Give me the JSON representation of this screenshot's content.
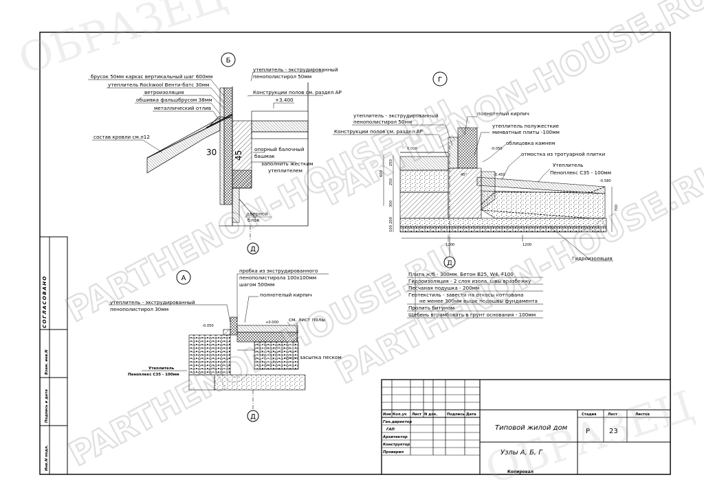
{
  "watermarks": {
    "stamp_top": "ОБРАЗЕЦ",
    "stamp_bottom": "ОБРАЗЕЦ",
    "site_1": "PARTHENON-HOUSE.RU",
    "site_2": "PARTHENON-HOUSE.RU",
    "site_3": "PARTHENON-HOUSE.RU",
    "site_4": "PARTHENON-HOUSE.RU"
  },
  "nodes": {
    "b": "Б",
    "g": "Г",
    "a": "А",
    "d1": "Д",
    "d2": "Д",
    "d3": "Д"
  },
  "detail_b": {
    "l1": "брусок 50мм каркас вертикальный шаг 600мм",
    "l2": "утеплитель Rockwool Венти-батс 30мм",
    "l3": "ветроизоляция",
    "l4": "обшивка фальшбрусом 38мм",
    "l5": "металлический отлив",
    "l6": "состав кровли см.л12",
    "r1a": "утеплитель - экструдированный",
    "r1b": "пенополистирол 50мм",
    "r2": "Конструкции полов см. раздел АР",
    "r3a": "опорный балочный",
    "r3b": "башмак",
    "r4a": "заполнить жестким",
    "r4b": "утеплителем",
    "r5a": "дверной",
    "r5b": "блок",
    "lvl": "+3.400",
    "d30": "30",
    "d45": "45"
  },
  "detail_g": {
    "l1a": "утеплитель - экструдированный",
    "l1b": "пенополистирол 50мм",
    "l2": "Конструкции полов см. раздел АР",
    "l3": "полнотелый кирпич",
    "l4a": "утеплитель полужесткие",
    "l4b": "минватные плиты -100мм",
    "l5": "облицовка камнем",
    "l6": "отмостка из тротуарной плитки",
    "l7": "Утеплитель",
    "l8": "Пеноплекс С35 - 100мм",
    "l9": "Гидроизоляция",
    "lvl0": "0.000",
    "lvl1": "-0.050",
    "lvl2": "-0.450",
    "lvl3": "-0.580",
    "d250a": "250",
    "d250b": "250",
    "d600": "600",
    "d300": "300",
    "d200": "200",
    "d100": "100",
    "d700": "700",
    "d1200a": "1200",
    "d1200b": "1200",
    "ang": "45°",
    "notes": [
      "Плита ж/б - 300мм. Бетон В25, W4, F100",
      "Гидроизоляция - 2 слоя изола, швы вразбежку",
      "Песчаная подушка - 200мм",
      "Геотекстиль - завести на откосы котлована",
      "не менее 300мм выше подошвы фундамента",
      "Пролить битумом",
      "Щебень втрамбовать в грунт основания - 100мм"
    ]
  },
  "detail_a": {
    "l1a": "пробка из экструдированного",
    "l1b": "пенополистирола 100х100мм",
    "l1c": "шагом 500мм",
    "l2a": "утеплитель - экструдированный",
    "l2b": "пенополистирол 30мм",
    "l3": "полнотелый кирпич",
    "l4": "см. лист полы",
    "l5": "засыпка песком",
    "l6a": "Утеплитель",
    "l6b": "Пеноплекс С35 - 100мм",
    "lvl1": "-0.050",
    "lvl2": "+0.000"
  },
  "side_stamp": {
    "agreed": "СОГЛАСОВАНО",
    "inv_replace": "Взам. инв.N",
    "sign_date": "Подпись и дата",
    "inv_orig": "Инв.N подл."
  },
  "title_block": {
    "hdr": [
      "Изм",
      "Кол.уч",
      "Лист",
      "N док.",
      "Подпись",
      "Дата"
    ],
    "roles": [
      "Ген.директор",
      "ГАП",
      "Архитектор",
      "Конструктор",
      "Проверил"
    ],
    "project": "Типовой жилой дом",
    "sheet_title": "Узлы А, Б, Г",
    "stage_h": "Стадия",
    "sheet_h": "Лист",
    "sheets_h": "Листов",
    "stage": "Р",
    "sheet_no": "23",
    "copied": "Копировал"
  }
}
